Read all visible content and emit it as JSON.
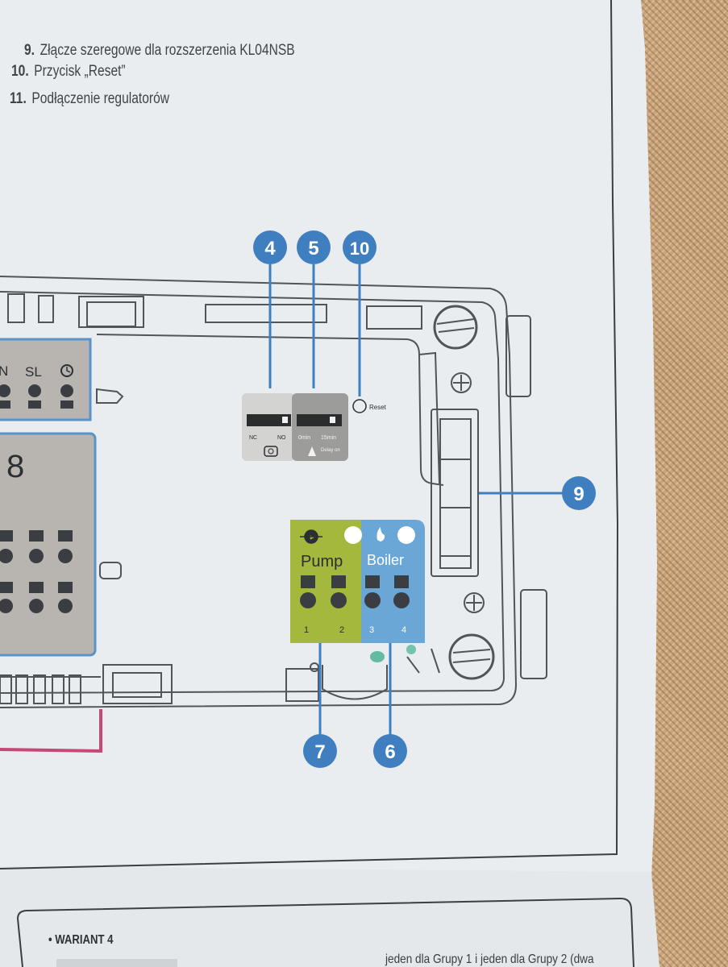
{
  "legend": [
    {
      "number": "9.",
      "text": "Złącze szeregowe dla rozszerzenia KL04NSB"
    },
    {
      "number": "10.",
      "text": "Przycisk „Reset”"
    },
    {
      "number": "11.",
      "text": "Podłączenie regulatorów"
    }
  ],
  "callouts": {
    "c4": "4",
    "c5": "5",
    "c10": "10",
    "c9": "9",
    "c7": "7",
    "c6": "6"
  },
  "terminals": {
    "n": "N",
    "sl": "SL",
    "block_number": "8"
  },
  "switches": {
    "nc": "NC",
    "no": "NO",
    "delay_0": "0min",
    "delay_15": "15min",
    "delay_label": "Delay on",
    "reset": "Reset"
  },
  "pump": {
    "label": "Pump",
    "t1": "1",
    "t2": "2"
  },
  "boiler": {
    "label": "Boiler",
    "t3": "3",
    "t4": "4"
  },
  "variant": {
    "title": "• WARIANT 4",
    "text": "jeden dla Grupy 1 i jeden dla Grupy 2 (dwa"
  },
  "colors": {
    "callout": "#3f7fbf",
    "pump": "#a3b83c",
    "boiler": "#6aa7d6",
    "terminal_grey": "#b9b7b2",
    "outline_blue": "#5a93c8",
    "pink_wire": "#c64778"
  }
}
